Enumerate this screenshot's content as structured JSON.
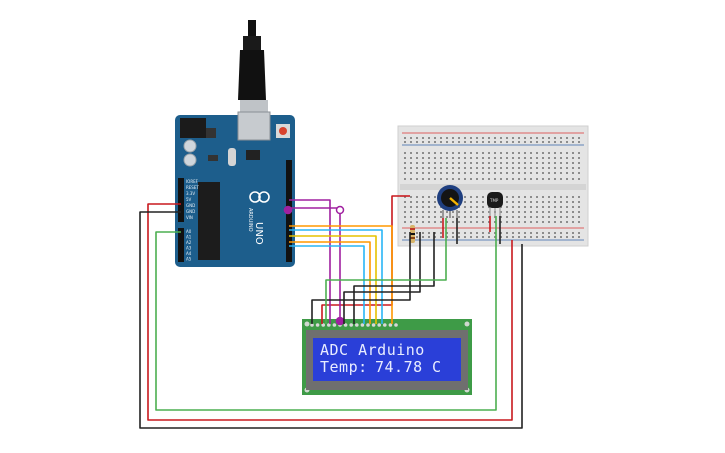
{
  "lcd": {
    "line1": "ADC Arduino",
    "line2_label": "Temp:",
    "line2_value": "74.78",
    "line2_unit": "C"
  },
  "arduino": {
    "model": "UNO",
    "brand": "ARDUINO",
    "left_header_labels": [
      "IOREF",
      "RESET",
      "3.3V",
      "5V",
      "GND",
      "GND",
      "VIN"
    ],
    "analog_labels": [
      "A0",
      "A1",
      "A2",
      "A3",
      "A4",
      "A5"
    ]
  },
  "sensor": {
    "label": "TMP"
  },
  "colors": {
    "board": "#1d5e8c",
    "lcd_screen": "#2a3fd8",
    "lcd_pcb": "#3e9b47",
    "wire_red": "#c8191e",
    "wire_black": "#222222",
    "wire_green": "#4caf50",
    "wire_purple": "#a020a0",
    "wire_orange": "#ff9800",
    "wire_yellow": "#e6c200",
    "wire_cyan": "#29b6f6"
  }
}
